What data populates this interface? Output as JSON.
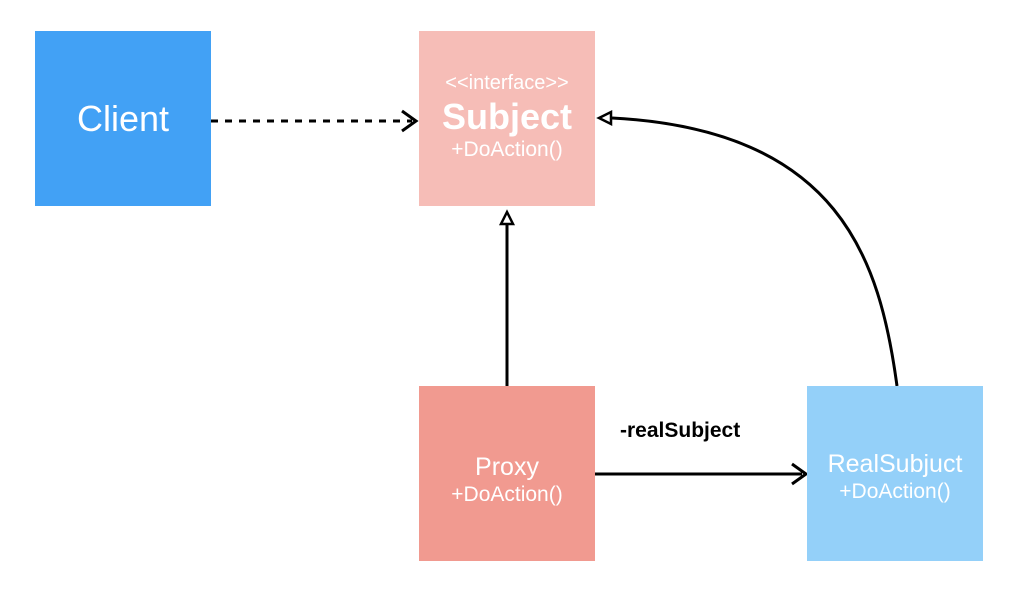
{
  "client": {
    "name": "Client"
  },
  "subject": {
    "stereotype": "<<interface>>",
    "name": "Subject",
    "method": "+DoAction()"
  },
  "proxy": {
    "name": "Proxy",
    "method": "+DoAction()"
  },
  "real_subject": {
    "name": "RealSubjuct",
    "method": "+DoAction()"
  },
  "association": {
    "label": "-realSubject"
  },
  "colors": {
    "client": "#42a1f5",
    "subject": "#f6bdb7",
    "proxy": "#f19a90",
    "real_subject": "#94d0f9",
    "line": "#000000"
  }
}
